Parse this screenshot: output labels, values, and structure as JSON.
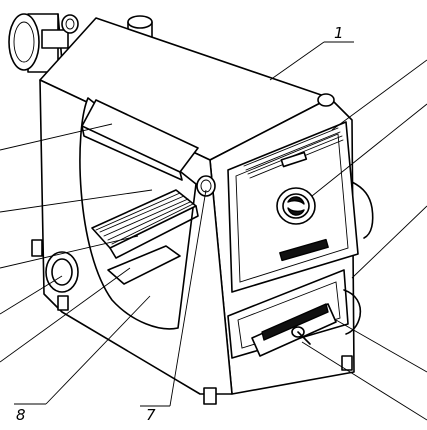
{
  "callouts": {
    "label_1": "1",
    "label_7": "7",
    "label_8": "8"
  },
  "colors": {
    "line": "#000000",
    "background": "#ffffff"
  }
}
